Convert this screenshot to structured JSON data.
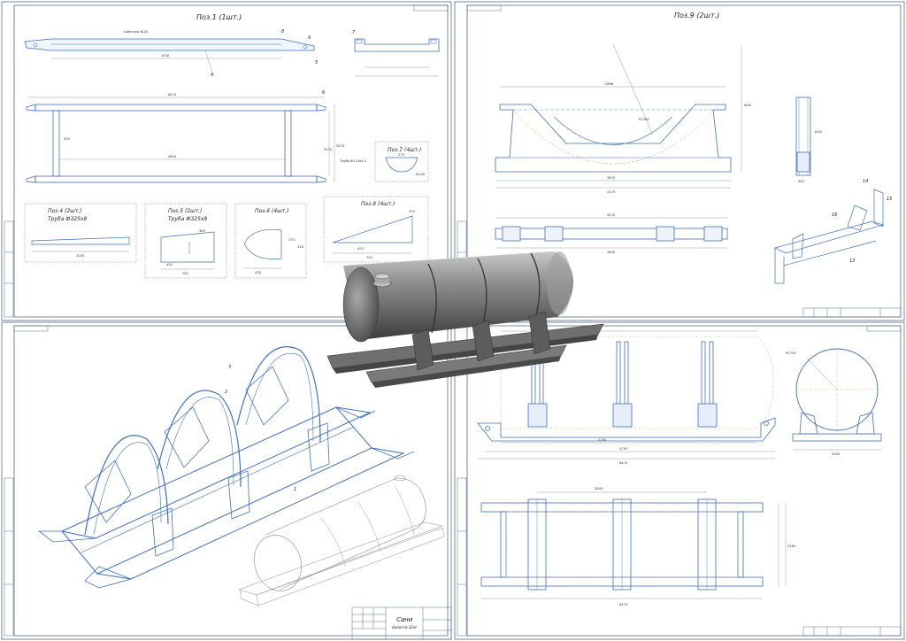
{
  "sheet1": {
    "title": "Поз.1 (1шт.)",
    "callouts": [
      "8",
      "9",
      "5",
      "4",
      "6",
      "7"
    ],
    "notes": [
      "Швеллер №16",
      "Труба Ф114х4,5"
    ],
    "dims": [
      "1030",
      "4600",
      "6470",
      "2470",
      "3170",
      "300"
    ],
    "details": [
      {
        "title": "Поз.7 (4шт.)",
        "dims": [
          "270",
          "Ф108"
        ]
      },
      {
        "title": "Поз.4 (2шт.)",
        "subtitle": "Труба Ф325х8",
        "dims": [
          "1030"
        ]
      },
      {
        "title": "Поз.5 (2шт.)",
        "subtitle": "Труба Ф325х8",
        "dims": [
          "369",
          "762",
          "430"
        ]
      },
      {
        "title": "Поз.6 (4шт.)",
        "dims": [
          "430",
          "270",
          "326"
        ]
      },
      {
        "title": "Поз.8 (4шт.)",
        "dims": [
          "750",
          "425",
          "320"
        ]
      }
    ]
  },
  "sheet2": {
    "title": "Поз.9 (2шт.)",
    "callouts": [
      "14",
      "15",
      "16",
      "12"
    ],
    "dims": [
      "2866",
      "R1360",
      "2470",
      "4270",
      "1640",
      "3670",
      "1650",
      "1440",
      "960"
    ]
  },
  "sheet3": {
    "callouts": [
      "3",
      "2",
      "1"
    ],
    "title_block": {
      "name": "Сани",
      "subtitle": "ёмкости 32м³"
    }
  },
  "sheet4": {
    "dims": [
      "2150",
      "4750",
      "6470",
      "2840",
      "5000",
      "R1700",
      "2560"
    ]
  }
}
